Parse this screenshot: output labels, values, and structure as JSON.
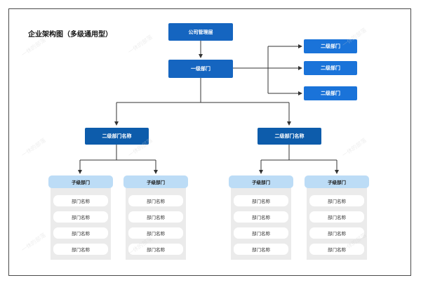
{
  "title": "企业架构图（多级通用型）",
  "colors": {
    "root": "#1565c0",
    "level1": "#1565c0",
    "level2": "#0d5cab",
    "side": "#1a73d9",
    "group_head": "#bcdcf6",
    "group_bg": "#ebebeb",
    "line": "#333333"
  },
  "nodes": {
    "root": {
      "label": "公司管理层"
    },
    "level1": {
      "label": "一级部门"
    },
    "side": [
      {
        "label": "二级部门"
      },
      {
        "label": "二级部门"
      },
      {
        "label": "二级部门"
      }
    ],
    "level2": [
      {
        "label": "二级部门名称"
      },
      {
        "label": "二级部门名称"
      }
    ],
    "groups": [
      {
        "head": "子级部门",
        "items": [
          "部门名称",
          "部门名称",
          "部门名称",
          "部门名称"
        ]
      },
      {
        "head": "子级部门",
        "items": [
          "部门名称",
          "部门名称",
          "部门名称",
          "部门名称"
        ]
      },
      {
        "head": "子级部门",
        "items": [
          "部门名称",
          "部门名称",
          "部门名称",
          "部门名称"
        ]
      },
      {
        "head": "子级部门",
        "items": [
          "部门名称",
          "部门名称",
          "部门名称",
          "部门名称"
        ]
      }
    ]
  },
  "watermark": "一休的部落"
}
